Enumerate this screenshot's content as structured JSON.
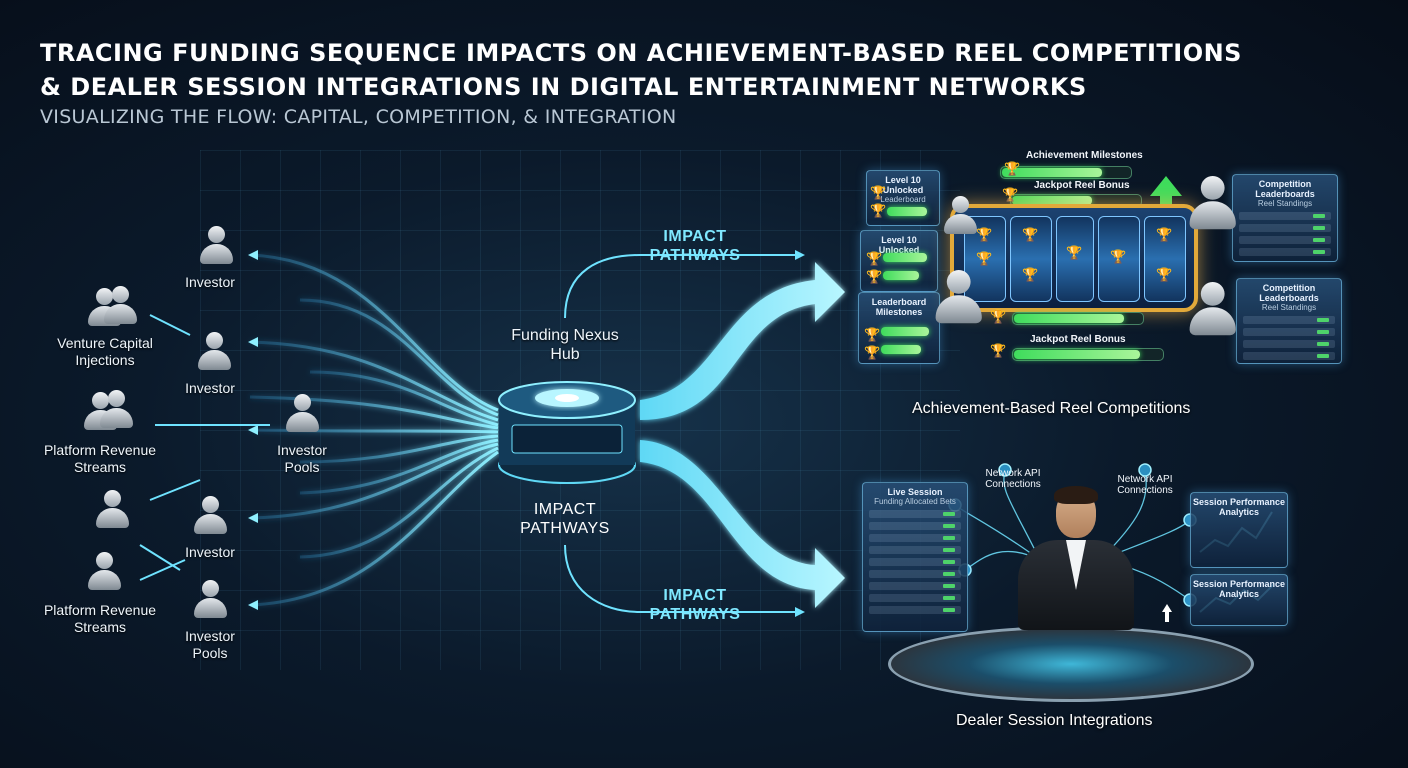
{
  "header": {
    "title_line1": "TRACING FUNDING SEQUENCE IMPACTS ON ACHIEVEMENT-BASED REEL COMPETITIONS",
    "title_line2": "& DEALER SESSION INTEGRATIONS IN DIGITAL ENTERTAINMENT NETWORKS",
    "subtitle": "VISUALIZING THE FLOW: CAPITAL, COMPETITION, & INTEGRATION"
  },
  "sources": {
    "investor_1": "Investor",
    "venture_capital": "Venture Capital Injections",
    "investor_2": "Investor",
    "platform_revenue_1": "Platform Revenue Streams",
    "investor_pools_1": "Investor Pools",
    "investor_3": "Investor",
    "platform_revenue_2": "Platform Revenue Streams",
    "investor_pools_2": "Investor Pools"
  },
  "hub": {
    "title": "Funding Nexus Hub",
    "impact_center": "IMPACT PATHWAYS",
    "impact_top": "IMPACT PATHWAYS",
    "impact_bottom": "IMPACT PATHWAYS"
  },
  "reel_section": {
    "label": "Achievement-Based Reel Competitions",
    "milestones": "Achievement Milestones",
    "jackpot_top": "Jackpot Reel Bonus",
    "jackpot_bottom": "Jackpot Reel Bonus",
    "level_unlocked_1": "Level 10 Unlocked",
    "level_unlocked_2": "Level 10 Unlocked",
    "panel_left_sub": "Leaderboard",
    "panel_left2_title": "Leaderboard Milestones",
    "leaderboard_1": "Competition Leaderboards",
    "leaderboard_1_sub": "Reel Standings",
    "leaderboard_2": "Competition Leaderboards",
    "leaderboard_2_sub": "Reel Standings"
  },
  "dealer_section": {
    "label": "Dealer Session Integrations",
    "live_session": "Live Session",
    "funding_allocated": "Funding Allocated Bets",
    "api_1": "Network API Connections",
    "api_2": "Network API Connections",
    "analytics_1": "Session Performance Analytics",
    "analytics_2": "Session Performance Analytics"
  },
  "colors": {
    "flow": "#6fe3ff",
    "accent_green": "#3fdc5c",
    "gold": "#e2a93a",
    "background": "#0b1a2b"
  },
  "icons": {
    "person": "person-icon",
    "trophy": "trophy-icon",
    "arrow": "arrow-icon",
    "hub": "hub-icon"
  }
}
